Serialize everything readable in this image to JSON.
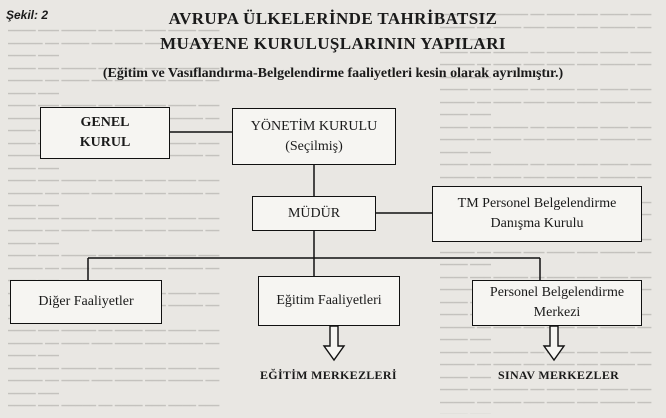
{
  "figure_label": "Şekil: 2",
  "title_line1": "AVRUPA ÜLKELERİNDE TAHRİBATSIZ",
  "title_line2": "MUAYENE KURULUŞLARININ YAPILARI",
  "subtitle": "(Eğitim ve Vasıflandırma-Belgelendirme faaliyetleri kesin olarak ayrılmıştır.)",
  "boxes": {
    "genel_kurul": {
      "line1": "GENEL",
      "line2": "KURUL"
    },
    "yonetim_kurulu": {
      "line1": "YÖNETİM KURULU",
      "line2": "(Seçilmiş)"
    },
    "mudur": {
      "label": "MÜDÜR"
    },
    "tm_personel": {
      "line1": "TM Personel Belgelendirme",
      "line2": "Danışma Kurulu"
    },
    "diger": {
      "label": "Diğer Faaliyetler"
    },
    "egitim": {
      "label": "Eğitim Faaliyetleri"
    },
    "personel_belgelendirme": {
      "line1": "Personel Belgelendirme",
      "line2": "Merkezi"
    }
  },
  "labels": {
    "egitim_merkezleri": "EĞİTİM MERKEZLERİ",
    "sinav_merkezler": "SINAV MERKEZLER"
  },
  "colors": {
    "ink": "#111111",
    "paper": "#e9e7e3"
  }
}
